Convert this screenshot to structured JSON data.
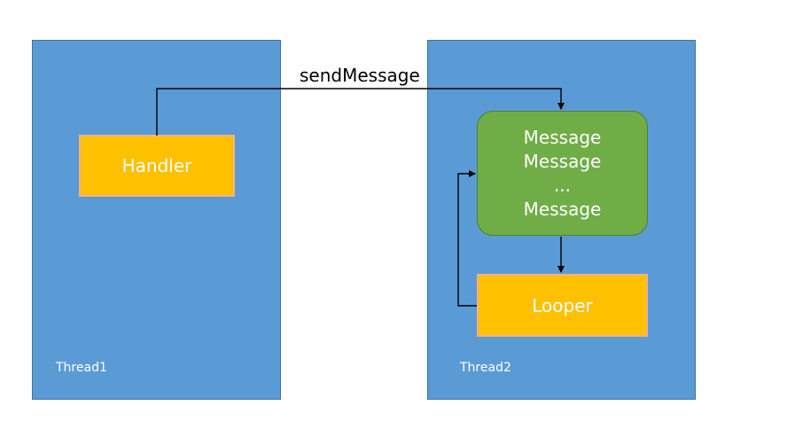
{
  "threads": {
    "thread1_label": "Thread1",
    "thread2_label": "Thread2"
  },
  "handler": {
    "label": "Handler"
  },
  "message_queue": {
    "items": [
      "Message",
      "Message",
      "...",
      "Message"
    ]
  },
  "looper": {
    "label": "Looper"
  },
  "edges": {
    "send_label": "sendMessage"
  },
  "colors": {
    "thread_fill": "#5b9bd5",
    "handler_fill": "#ffc000",
    "queue_fill": "#70ad47",
    "looper_fill": "#ffc000",
    "arrow": "#000000"
  }
}
